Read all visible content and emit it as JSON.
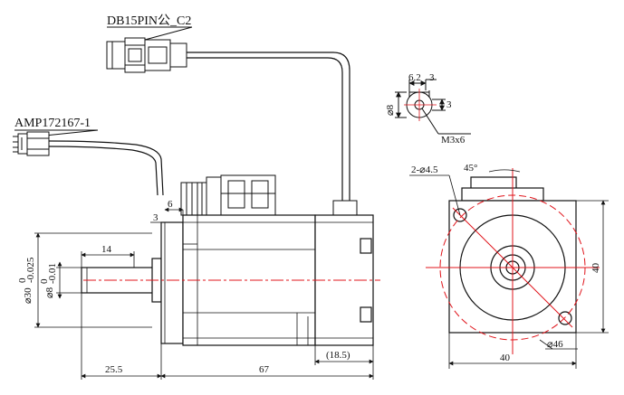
{
  "labels": {
    "encoder_connector": "DB15PIN公_C2",
    "power_connector": "AMP172167-1"
  },
  "dimensions": {
    "shaft_length": "14",
    "shaft_ext": "25.5",
    "body_length": "67",
    "rear_clearance": "(18.5)",
    "flange_thickness": "3",
    "connector_offset": "6",
    "pilot_diameter_base": "⌀30",
    "pilot_tol_upper": "0",
    "pilot_tol_lower": "-0.025",
    "shaft_diameter_base": "⌀8",
    "shaft_tol_upper": "0",
    "shaft_tol_lower": "-0.01",
    "holes": "2-⌀4.5",
    "hole_angle": "45°",
    "bolt_circle": "⌀46",
    "flange_width": "40",
    "flange_height": "40",
    "key_width": "6.2",
    "key_depth": "3",
    "key_shaft_dia": "⌀8",
    "key_side": "3",
    "tap_thread": "M3x6"
  },
  "colors": {
    "outline": "#111111",
    "centerline": "#e0141b"
  }
}
